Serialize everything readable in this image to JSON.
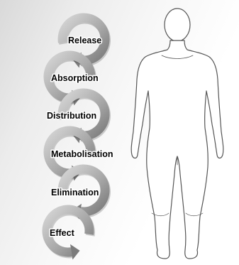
{
  "stages": [
    {
      "label": "Release"
    },
    {
      "label": "Absorption"
    },
    {
      "label": "Distribution"
    },
    {
      "label": "Metabolisation"
    },
    {
      "label": "Elimination"
    },
    {
      "label": "Effect"
    }
  ],
  "colors": {
    "arrow_light": "#cfcfcf",
    "arrow_mid": "#a9a9a9",
    "arrow_dark": "#7c7c7c",
    "body_outline": "#555555",
    "label_text": "#000000"
  },
  "icons": {
    "cycle_arrow": "curved-arrow-icon",
    "figure": "human-body-outline-icon"
  }
}
